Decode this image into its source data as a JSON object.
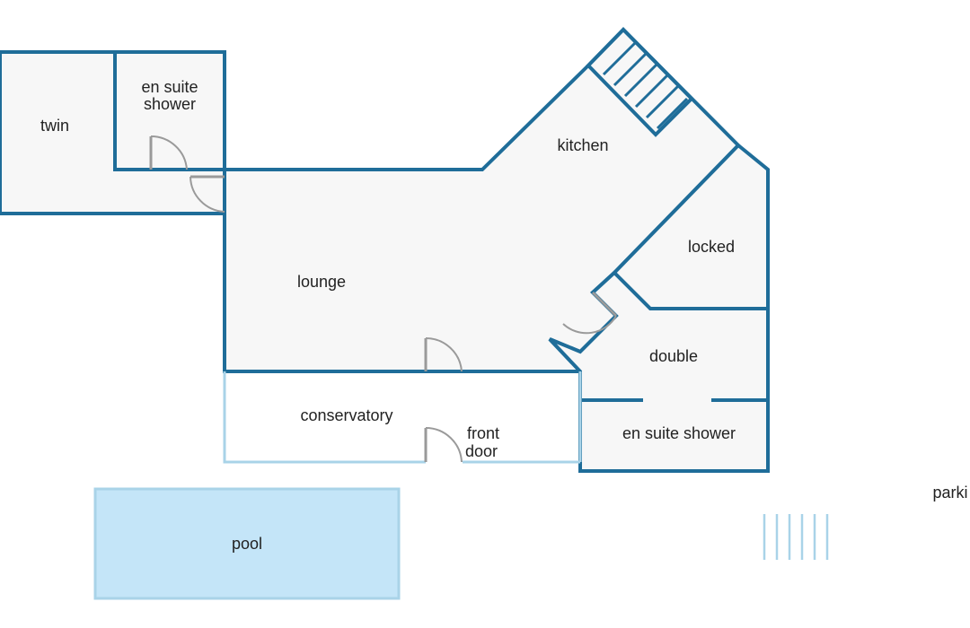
{
  "rooms": {
    "twin": "twin",
    "ensuite_top_line1": "en suite",
    "ensuite_top_line2": "shower",
    "kitchen": "kitchen",
    "locked": "locked",
    "lounge": "lounge",
    "double": "double",
    "ensuite_bottom": "en suite shower",
    "conservatory": "conservatory",
    "front_door_line1": "front",
    "front_door_line2": "door",
    "pool": "pool",
    "parking": "parki"
  },
  "colors": {
    "wall": "#1f6d99",
    "floor": "#f7f7f7",
    "light_wall": "#a9d3e8",
    "pool": "#c4e5f8",
    "door": "#9a9a9a",
    "text": "#222222"
  }
}
